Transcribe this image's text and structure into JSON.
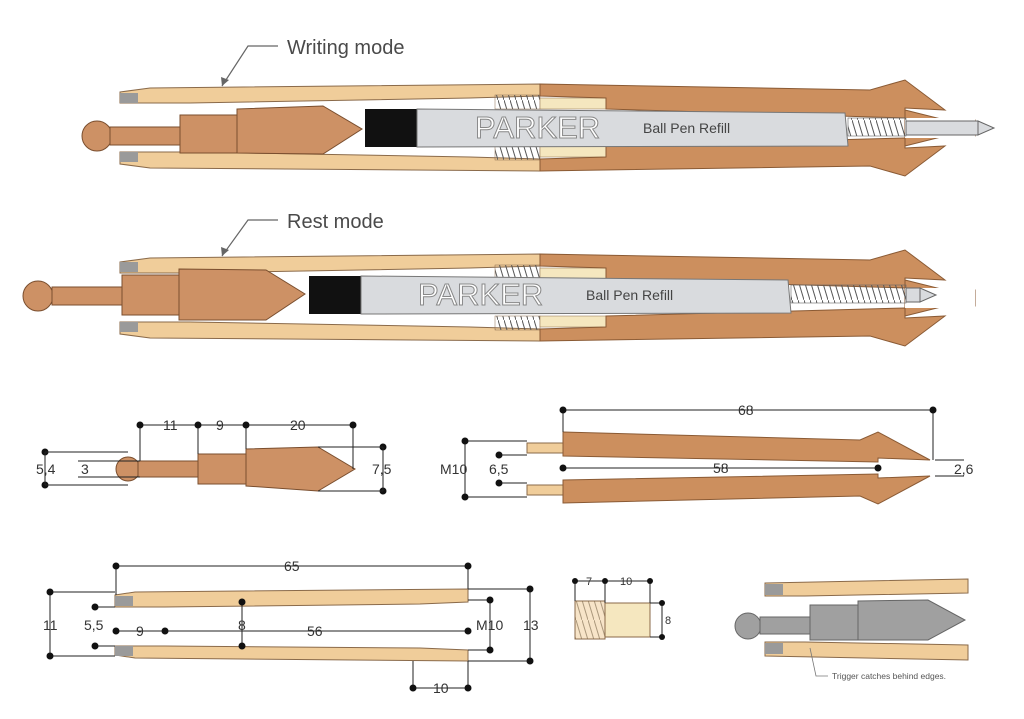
{
  "labels": {
    "writing_mode": "Writing mode",
    "rest_mode": "Rest mode",
    "refill_brand": "PARKER",
    "refill_text": "Ball Pen Refill",
    "trigger_note": "Trigger catches behind edges."
  },
  "plunger_dims": {
    "d1": "11",
    "d2": "9",
    "d3": "20",
    "dia_a": "5,4",
    "dia_b": "3",
    "dia_c": "7,5"
  },
  "nose_dims": {
    "length_total": "68",
    "length_bore": "58",
    "thread": "M10",
    "dia_bore": "6,5",
    "tip_dia": "2,6"
  },
  "barrel_dims": {
    "length_total": "65",
    "length_inner": "56",
    "gap": "9",
    "slot": "8",
    "dia_outer": "11",
    "dia_slot": "5,5",
    "thread": "M10",
    "dia_max": "13",
    "thread_len": "10"
  },
  "insert_dims": {
    "thread_len": "7",
    "collar_len": "10",
    "dia": "8"
  },
  "colors": {
    "light_wood": "#f0cd9a",
    "dark_wood": "#cc8f5e",
    "copper": "#cd9165",
    "refill_grey": "#d9dbde",
    "black": "#111111",
    "metal": "#a0a0a0",
    "cream": "#f5e7bf"
  }
}
